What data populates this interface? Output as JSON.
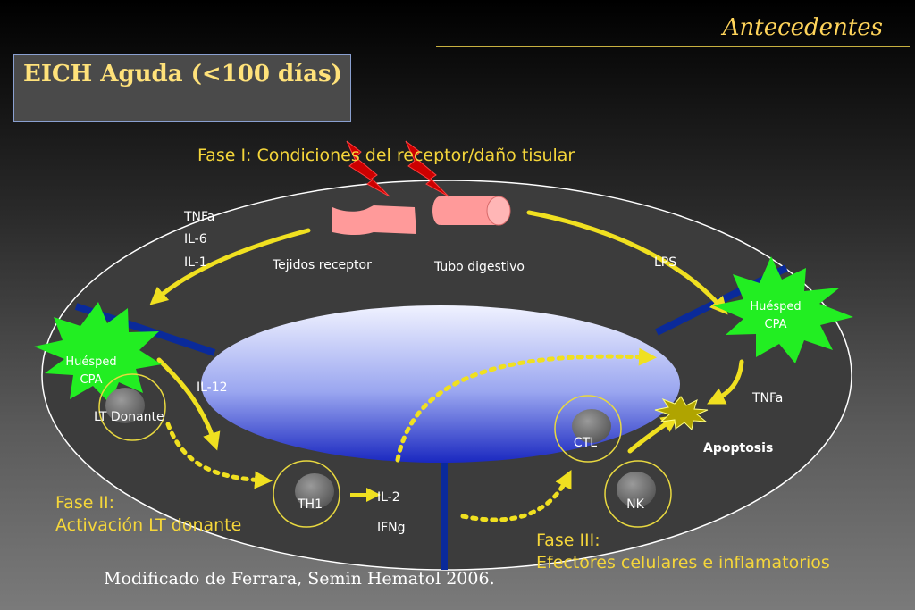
{
  "header": {
    "section": "Antecedentes"
  },
  "title_box": {
    "title": "EICH Aguda (<100 días)"
  },
  "phases": {
    "phase1": "Fase I: Condiciones del receptor/daño tisular",
    "phase2_line1": "Fase II:",
    "phase2_line2": "Activación LT donante",
    "phase3_line1": "Fase III:",
    "phase3_line2": "Efectores celulares e inflamatorios"
  },
  "labels": {
    "tnfa_top": "TNFa",
    "il6": "IL-6",
    "il1": "IL-1",
    "tejidos": "Tejidos receptor",
    "tubo": "Tubo digestivo",
    "lps": "LPS",
    "il12": "IL-12",
    "lt_donante": "LT Donante",
    "th1": "TH1",
    "il2": "IL-2",
    "ifng": "IFNg",
    "ctl": "CTL",
    "nk": "NK",
    "tnfa_right": "TNFa",
    "apoptosis": "Apoptosis",
    "huesped": "Huésped",
    "cpa": "CPA"
  },
  "citation": "Modificado de Ferrara, Semin Hematol 2006.",
  "colors": {
    "phase_text": "#f5d63a",
    "arrow": "#f0e020",
    "apc_star": "#22ee22",
    "lumen_top": "#e8ecff",
    "lumen_bottom": "#1a28c0",
    "vessel": "#0a2a9a",
    "tissue": "#ff9a9a"
  }
}
